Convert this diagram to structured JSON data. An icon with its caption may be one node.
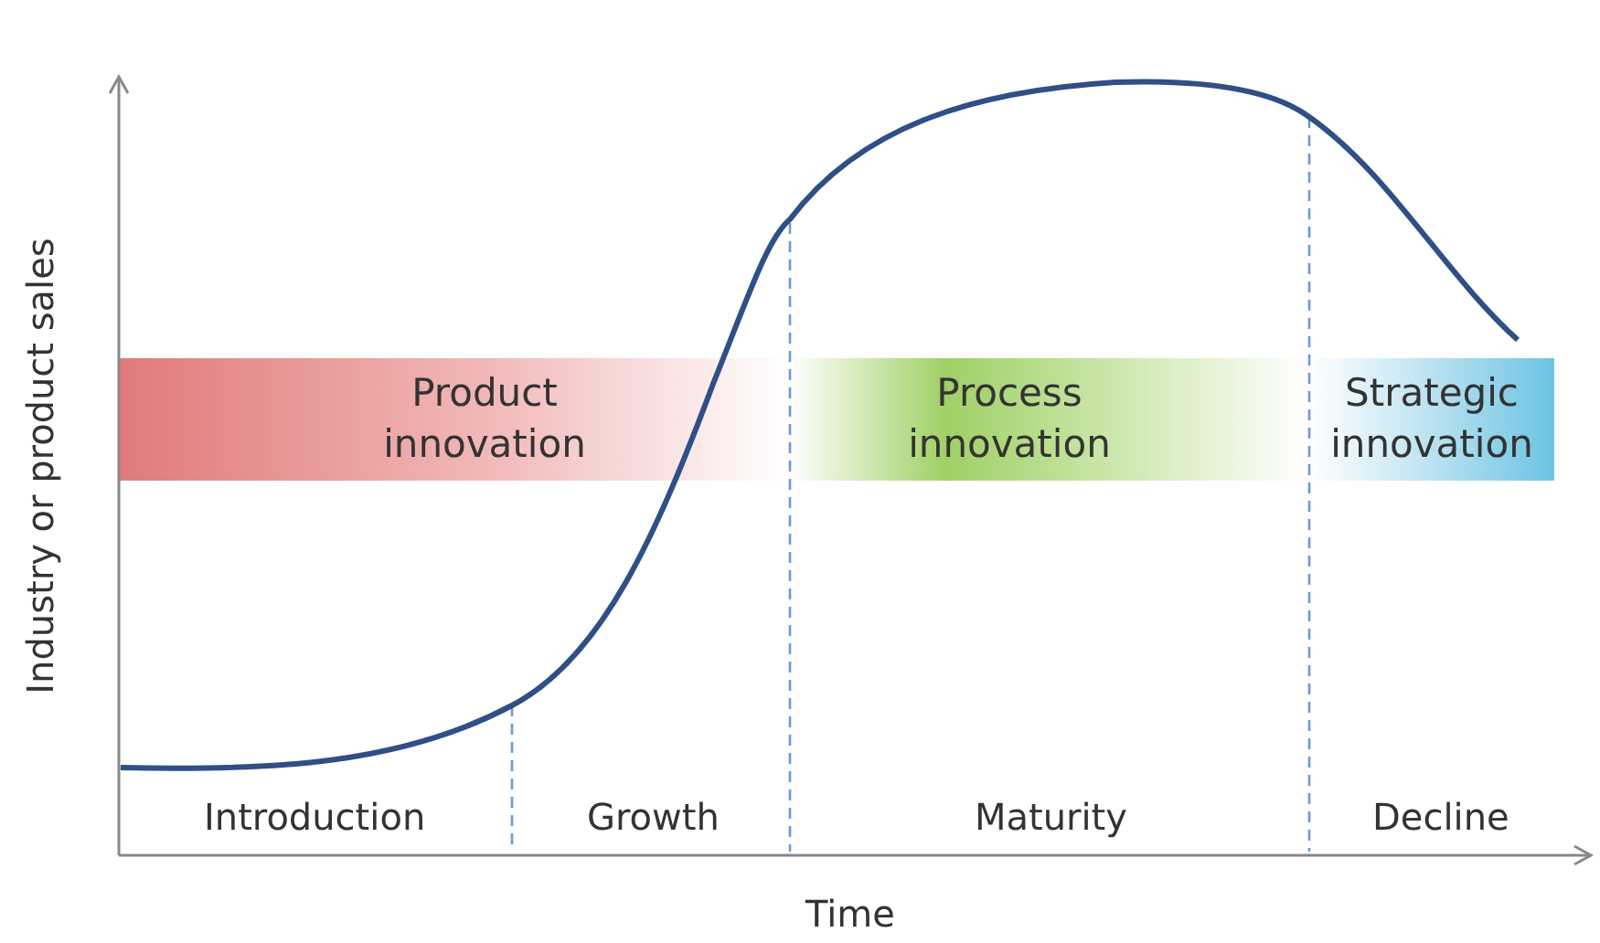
{
  "diagram": {
    "nodes": [
      {
        "text": [
          "Product innovation"
        ]
      },
      {
        "text": [
          "Process innovation"
        ]
      },
      {
        "text": [
          "Strategic innovation"
        ]
      }
    ],
    "labels": [
      "Industry or product sales",
      "Introduction",
      "Growth",
      "Maturity",
      "Decline",
      "Time"
    ]
  }
}
